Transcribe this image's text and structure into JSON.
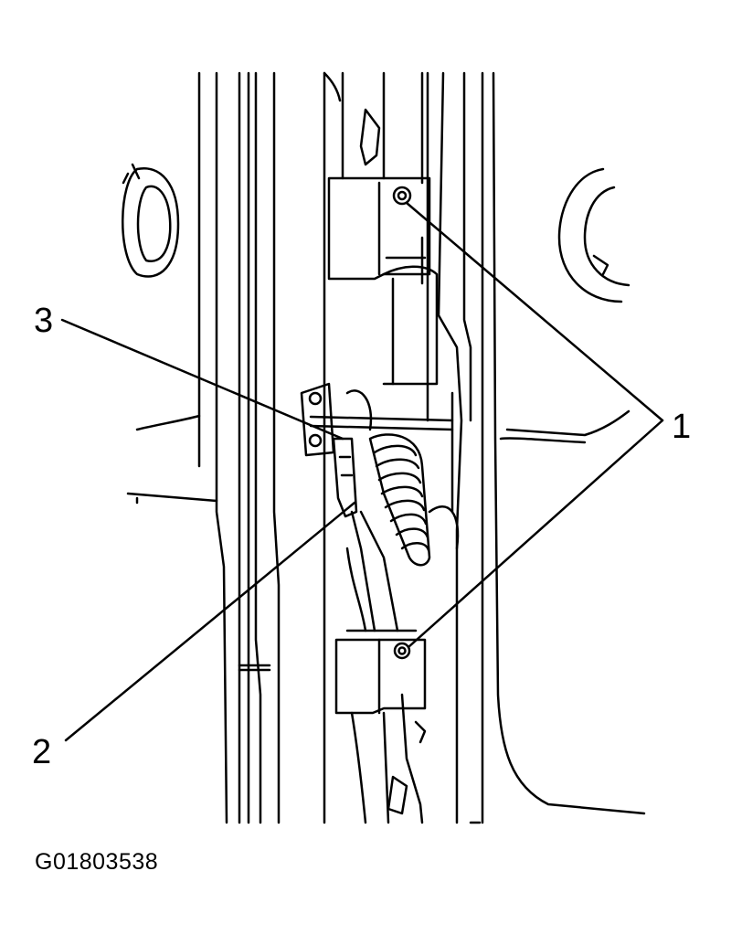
{
  "callouts": {
    "one": "1",
    "two": "2",
    "three": "3"
  },
  "figure_id": "G01803538",
  "colors": {
    "line": "#000000",
    "background": "#ffffff"
  }
}
